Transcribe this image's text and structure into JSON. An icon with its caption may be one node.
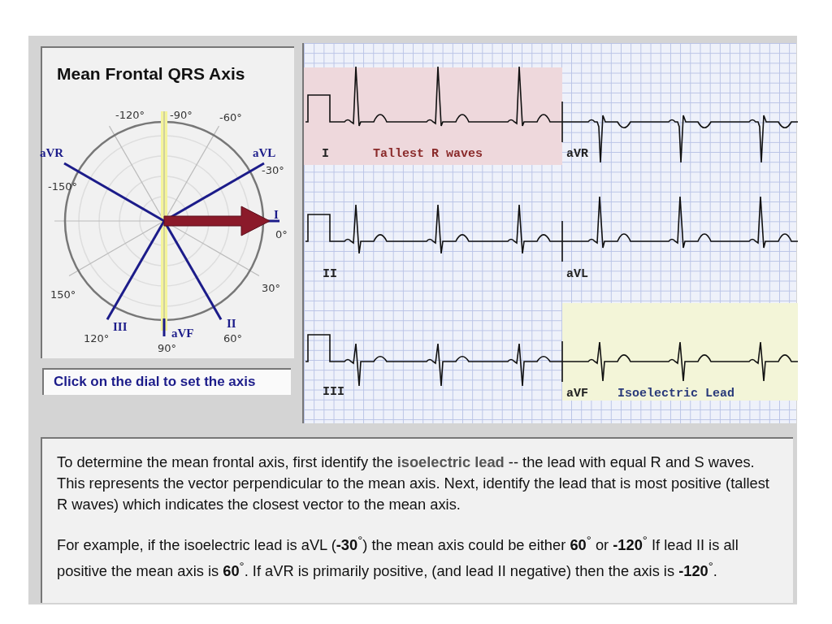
{
  "diagram": {
    "nodes": [
      {
        "text": [
          "Mean Frontal QRS Axis"
        ]
      },
      {
        "text": [
          "Click on the dial to set the axis"
        ]
      },
      {
        "text": [
          "To determine the mean frontal axis, first identify the **isoelectric lead** -- the lead with equal R and S waves. This represents the vector perpendicular to the mean axis. Next, identify the lead that is most positive (tallest R waves) which indicates the closest vector to the mean axis.",
          "For example, if the isoelectric lead is aVL (**-30**$^{°}$) the mean axis could be either **60**$^{°}$ or **-120**$^{°}$ If lead II is all positive the mean axis is **60**$^{°}$. If aVR is primarily positive, (and lead II negative) then the axis is **-120**$^{°}$."
        ]
      },
      {
        "text": [
          "I",
          "Tallest R waves"
        ]
      },
      {
        "text": [
          "aVF",
          "Isoelectric Lead"
        ]
      }
    ],
    "edges": [],
    "labels": [
      "-120°",
      "-90°",
      "-60°",
      "aVR",
      "aVL",
      "-30°",
      "-150°",
      "I",
      "0°",
      "150°",
      "30°",
      "III",
      "aVF",
      "II",
      "120°",
      "60°",
      "90°",
      "aVR",
      "II",
      "aVL",
      "III"
    ]
  }
}
